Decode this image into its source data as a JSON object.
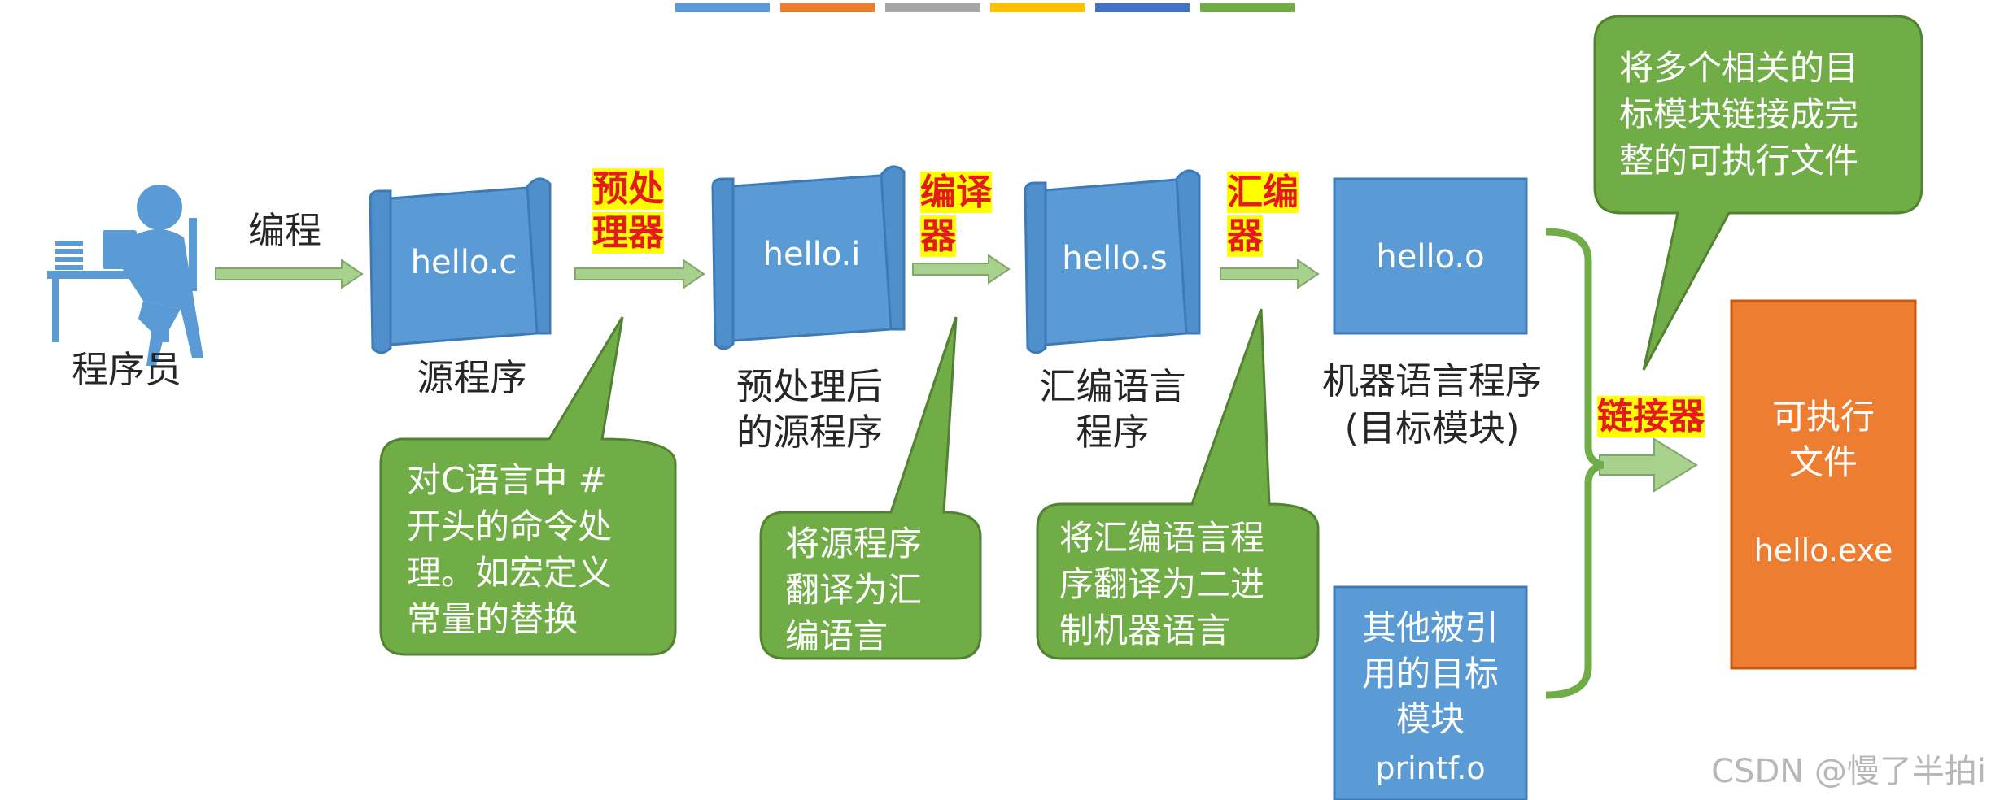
{
  "colors": {
    "box_blue": "#5b9bd5",
    "box_blue_stroke": "#3f7ab8",
    "bubble_green": "#70ad47",
    "bubble_green_stroke": "#538233",
    "arrow_fill": "#a9d18e",
    "output_orange": "#ed7d31",
    "highlight_yellow": "#ffff00",
    "highlight_text": "#e31b1b",
    "person": "#5b9bd5"
  },
  "top_bar_colors": [
    "#5b9bd5",
    "#ed7d31",
    "#a5a5a5",
    "#ffc000",
    "#4472c4",
    "#70ad47"
  ],
  "programmer": {
    "label": "程序员",
    "icon": "programmer-at-desk-icon"
  },
  "step_edit": {
    "label": "编程"
  },
  "source": {
    "file": "hello.c",
    "caption": "源程序"
  },
  "preprocessor": {
    "tool_line1": "预处",
    "tool_line2": "理器",
    "bubble_lines": [
      "对C语言中 #",
      "开头的命令处",
      "理。如宏定义",
      "常量的替换"
    ]
  },
  "preprocessed": {
    "file": "hello.i",
    "caption_line1": "预处理后",
    "caption_line2": "的源程序"
  },
  "compiler": {
    "tool_line1": "编译",
    "tool_line2": "器",
    "bubble_lines": [
      "将源程序",
      "翻译为汇",
      "编语言"
    ]
  },
  "assembly": {
    "file": "hello.s",
    "caption_line1": "汇编语言",
    "caption_line2": "程序"
  },
  "assembler": {
    "tool_line1": "汇编",
    "tool_line2": "器",
    "bubble_lines": [
      "将汇编语言程",
      "序翻译为二进",
      "制机器语言"
    ]
  },
  "object": {
    "file": "hello.o",
    "caption_line1": "机器语言程序",
    "caption_line2": "(目标模块)"
  },
  "library": {
    "lines": [
      "其他被引",
      "用的目标",
      "模块"
    ],
    "file": "printf.o"
  },
  "linker": {
    "tool": "链接器",
    "bubble_lines": [
      "将多个相关的目",
      "标模块链接成完",
      "整的可执行文件"
    ]
  },
  "executable": {
    "line1": "可执行",
    "line2": "文件",
    "file": "hello.exe"
  },
  "watermark": "CSDN @慢了半拍i"
}
